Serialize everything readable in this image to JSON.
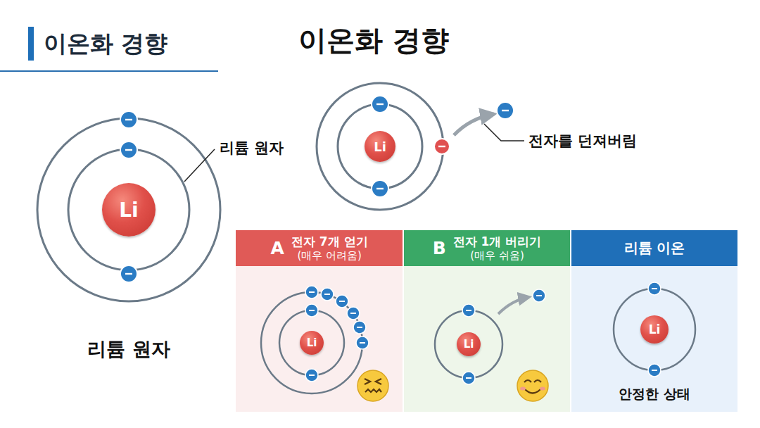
{
  "diagram": {
    "title": "이온화 경향",
    "nodes": [
      {
        "text": [
          "Li"
        ]
      },
      {
        "text": [
          "Li"
        ]
      },
      {
        "text": [
          "A",
          "전자 7개 얻기",
          "(매우 어려움)"
        ]
      },
      {
        "text": [
          "Li"
        ],
        "in": 2
      },
      {
        "text": [
          "B",
          "전자 1개 버리기",
          "(매우 쉬움)"
        ]
      },
      {
        "text": [
          "Li"
        ],
        "in": 4
      },
      {
        "text": [
          "리튬 이온",
          "안정한 상태"
        ]
      },
      {
        "text": [
          "Li"
        ],
        "in": 6
      }
    ],
    "labels": [
      "이온화 경향",
      "리튬 원자",
      "전자를 던져버림",
      "리튬 원자"
    ]
  }
}
